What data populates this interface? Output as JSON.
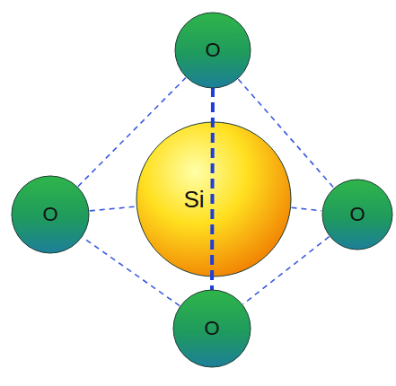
{
  "diagram": {
    "nodes": [
      {
        "text": [
          "O"
        ]
      },
      {
        "text": [
          "O"
        ]
      },
      {
        "text": [
          "Si"
        ]
      },
      {
        "text": [
          "O"
        ]
      },
      {
        "text": [
          "O"
        ]
      }
    ],
    "edges": [
      {
        "from": 0,
        "to": 3,
        "arrow": "none"
      },
      {
        "from": 3,
        "to": 4,
        "arrow": "none"
      },
      {
        "from": 4,
        "to": 1,
        "arrow": "none"
      },
      {
        "from": 1,
        "to": 0,
        "arrow": "none"
      },
      {
        "from": 0,
        "to": 4,
        "arrow": "none"
      },
      {
        "from": 1,
        "to": 2,
        "arrow": "none"
      },
      {
        "from": 2,
        "to": 3,
        "arrow": "none"
      }
    ]
  }
}
